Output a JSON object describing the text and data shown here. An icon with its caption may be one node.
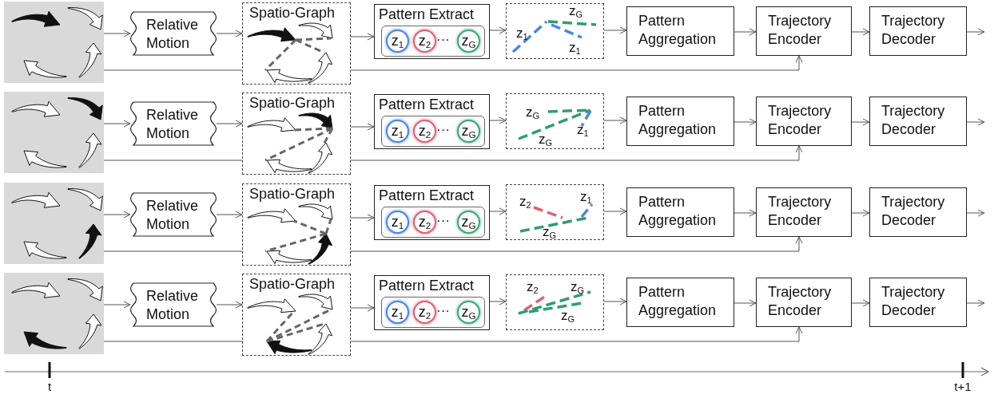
{
  "diagram": {
    "nodes": [
      {
        "text": [],
        "shape": "picture"
      },
      {
        "text": [
          "Relative Motion"
        ]
      },
      {
        "text": [
          "Spatio-Graph"
        ]
      },
      {
        "text": [
          "Pattern Extract"
        ]
      },
      {
        "text": [],
        "shape": "box",
        "in": 3
      },
      {
        "text": [
          "z$_{1}$"
        ],
        "in": 4
      },
      {
        "text": [
          "z$_{2}$"
        ],
        "in": 4
      },
      {
        "text": [
          "z$_{G}$"
        ],
        "in": 4
      },
      {
        "text": [
          "z$_{G}$",
          "z$_{1}$",
          "z$_{1}$"
        ]
      },
      {
        "text": [
          "Pattern Aggregation"
        ]
      },
      {
        "text": [
          "Trajectory Encoder"
        ]
      },
      {
        "text": [
          "Trajectory Decoder"
        ]
      },
      {
        "text": [],
        "shape": "picture"
      },
      {
        "text": [
          "Relative Motion"
        ]
      },
      {
        "text": [
          "Spatio-Graph"
        ]
      },
      {
        "text": [
          "Pattern Extract"
        ]
      },
      {
        "text": [],
        "shape": "box",
        "in": 15
      },
      {
        "text": [
          "z$_{1}$"
        ],
        "in": 16
      },
      {
        "text": [
          "z$_{2}$"
        ],
        "in": 16
      },
      {
        "text": [
          "z$_{G}$"
        ],
        "in": 16
      },
      {
        "text": [
          "z$_{G}$",
          "z$_{1}$",
          "z$_{G}$"
        ]
      },
      {
        "text": [
          "Pattern Aggregation"
        ]
      },
      {
        "text": [
          "Trajectory Encoder"
        ]
      },
      {
        "text": [
          "Trajectory Decoder"
        ]
      },
      {
        "text": [],
        "shape": "picture"
      },
      {
        "text": [
          "Relative Motion"
        ]
      },
      {
        "text": [
          "Spatio-Graph"
        ]
      },
      {
        "text": [
          "Pattern Extract"
        ]
      },
      {
        "text": [],
        "shape": "box",
        "in": 27
      },
      {
        "text": [
          "z$_{1}$"
        ],
        "in": 28
      },
      {
        "text": [
          "z$_{2}$"
        ],
        "in": 28
      },
      {
        "text": [
          "z$_{G}$"
        ],
        "in": 28
      },
      {
        "text": [
          "z$_{1}$",
          "z$_{2}$",
          "z$_{G}$"
        ]
      },
      {
        "text": [
          "Pattern Aggregation"
        ]
      },
      {
        "text": [
          "Trajectory Encoder"
        ]
      },
      {
        "text": [
          "Trajectory Decoder"
        ]
      },
      {
        "text": [],
        "shape": "picture"
      },
      {
        "text": [
          "Relative Motion"
        ]
      },
      {
        "text": [
          "Spatio-Graph"
        ]
      },
      {
        "text": [
          "Pattern Extract"
        ]
      },
      {
        "text": [],
        "shape": "box",
        "in": 39
      },
      {
        "text": [
          "z$_{1}$"
        ],
        "in": 40
      },
      {
        "text": [
          "z$_{2}$"
        ],
        "in": 40
      },
      {
        "text": [
          "z$_{G}$"
        ],
        "in": 40
      },
      {
        "text": [
          "z$_{2}$",
          "z$_{G}$",
          "z$_{G}$"
        ]
      },
      {
        "text": [
          "Pattern Aggregation"
        ]
      },
      {
        "text": [
          "Trajectory Encoder"
        ]
      },
      {
        "text": [
          "Trajectory Decoder"
        ]
      }
    ],
    "edges": [
      {
        "from": 0,
        "to": 1,
        "arrow": "to"
      },
      {
        "from": 1,
        "to": 2,
        "arrow": "to"
      },
      {
        "from": 2,
        "to": 3,
        "arrow": "to"
      },
      {
        "from": 3,
        "to": 8,
        "arrow": "to"
      },
      {
        "from": 8,
        "to": 9,
        "arrow": "to"
      },
      {
        "from": 9,
        "to": 10,
        "arrow": "to"
      },
      {
        "from": 10,
        "to": 11,
        "arrow": "to"
      },
      {
        "from": 11,
        "to": null,
        "arrow": "to"
      },
      {
        "from": 0,
        "to": 2,
        "arrow": "none"
      },
      {
        "from": 2,
        "to": 10,
        "arrow": "to"
      },
      {
        "from": 12,
        "to": 13,
        "arrow": "to"
      },
      {
        "from": 13,
        "to": 14,
        "arrow": "to"
      },
      {
        "from": 14,
        "to": 15,
        "arrow": "to"
      },
      {
        "from": 15,
        "to": 20,
        "arrow": "to"
      },
      {
        "from": 20,
        "to": 21,
        "arrow": "to"
      },
      {
        "from": 21,
        "to": 22,
        "arrow": "to"
      },
      {
        "from": 22,
        "to": 23,
        "arrow": "to"
      },
      {
        "from": 23,
        "to": null,
        "arrow": "to"
      },
      {
        "from": 12,
        "to": 14,
        "arrow": "none"
      },
      {
        "from": 14,
        "to": 22,
        "arrow": "to"
      },
      {
        "from": 24,
        "to": 25,
        "arrow": "to"
      },
      {
        "from": 25,
        "to": 26,
        "arrow": "to"
      },
      {
        "from": 26,
        "to": 27,
        "arrow": "to"
      },
      {
        "from": 27,
        "to": 32,
        "arrow": "to"
      },
      {
        "from": 32,
        "to": 33,
        "arrow": "to"
      },
      {
        "from": 33,
        "to": 34,
        "arrow": "to"
      },
      {
        "from": 34,
        "to": 35,
        "arrow": "to"
      },
      {
        "from": 35,
        "to": null,
        "arrow": "to"
      },
      {
        "from": 24,
        "to": 26,
        "arrow": "none"
      },
      {
        "from": 26,
        "to": 34,
        "arrow": "to"
      },
      {
        "from": 36,
        "to": 37,
        "arrow": "to"
      },
      {
        "from": 37,
        "to": 38,
        "arrow": "to"
      },
      {
        "from": 38,
        "to": 39,
        "arrow": "to"
      },
      {
        "from": 39,
        "to": 44,
        "arrow": "to"
      },
      {
        "from": 44,
        "to": 45,
        "arrow": "to"
      },
      {
        "from": 45,
        "to": 46,
        "arrow": "to"
      },
      {
        "from": 46,
        "to": 47,
        "arrow": "to"
      },
      {
        "from": 47,
        "to": null,
        "arrow": "to"
      },
      {
        "from": 36,
        "to": 38,
        "arrow": "none"
      },
      {
        "from": 38,
        "to": 46,
        "arrow": "to"
      }
    ],
    "labels": [
      "···",
      "···",
      "···",
      "···",
      "t",
      "t+1"
    ]
  }
}
